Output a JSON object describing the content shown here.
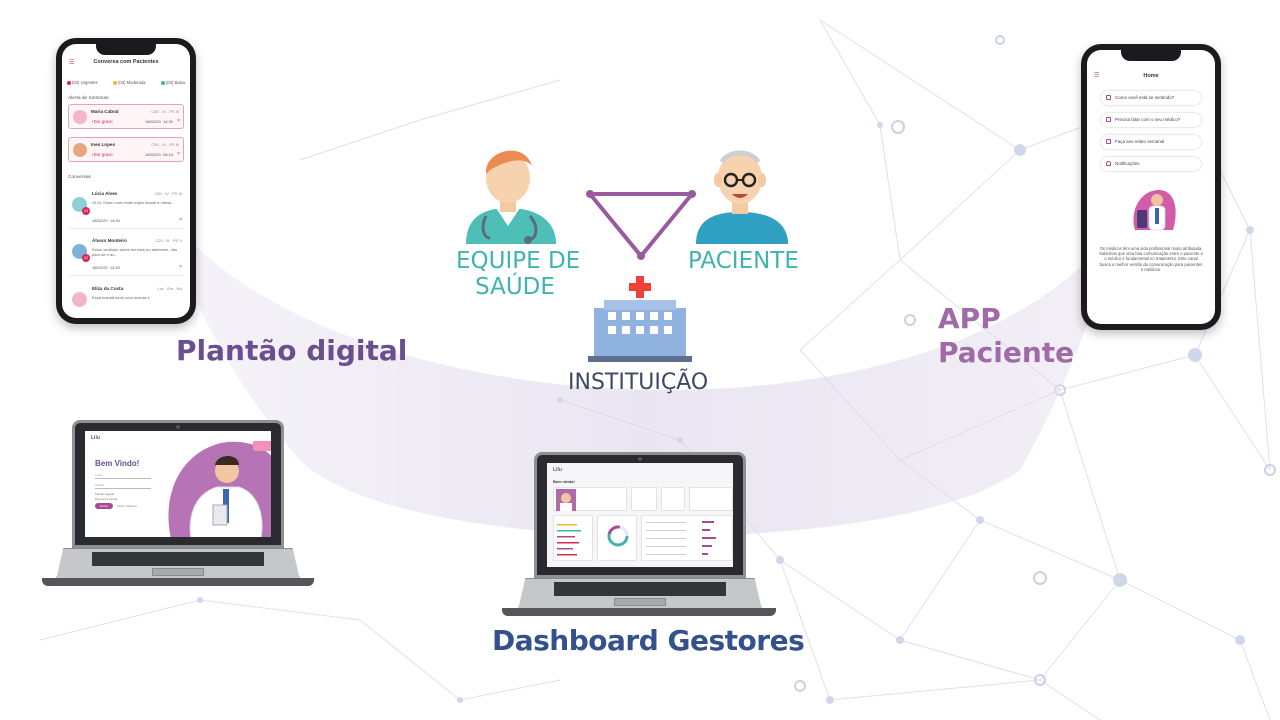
{
  "labels": {
    "plantao": "Plantão digital",
    "app_line1": "APP",
    "app_line2": "Paciente",
    "dashboard": "Dashboard Gestores",
    "equipe_line1": "EQUIPE DE",
    "equipe_line2": "SAÚDE",
    "paciente": "PACIENTE",
    "instituicao": "INSTITUIÇÃO"
  },
  "colors": {
    "plantao": "#6a4f8f",
    "app": "#a06aa6",
    "dashboard": "#34508d",
    "teal": "#3fb3ad",
    "accent": "#a84a93",
    "red_cross": "#ee4036"
  },
  "phone_left": {
    "title": "Conversa com Pacientes",
    "legend": [
      {
        "label": "(02) Urgentes",
        "color": "#d8265b"
      },
      {
        "label": "(03) Moderada",
        "color": "#f2b82b"
      },
      {
        "label": "(03) Baixa",
        "color": "#3fb3ad"
      }
    ],
    "alerts_title": "Alerta de Sintomas",
    "alerts": [
      {
        "name": "Maria Cabral",
        "code": "C50 . IV . PS III",
        "severity": "+Dor grave",
        "date": "18/02/20",
        "time": "14:30"
      },
      {
        "name": "Ines Lopes",
        "code": "C50 . IV . PS III",
        "severity": "+Dor grave",
        "date": "18/02/20",
        "time": "08:24"
      }
    ],
    "conversations_title": "Conversas",
    "conversations": [
      {
        "name": "Lúcia Alves",
        "code": "C50 . IV . PS III",
        "message": "Oi Dr. Estou com muito enjôo desde a ultima...",
        "date": "18/02/20",
        "time": "14:30",
        "badge": "14"
      },
      {
        "name": "Álvaro Monteiro",
        "code": "C20 . III . PS V",
        "message": "Estou sentindo dores terríveis no abdómen, não paro de ir ao...",
        "date": "18/02/20",
        "time": "14:30",
        "badge": "02"
      },
      {
        "name": "Eliza da Costa",
        "code": "Loc . Ext . NA",
        "message": "Essa manhã senti uma tontura e",
        "date": "",
        "time": "",
        "badge": ""
      }
    ]
  },
  "phone_right": {
    "title": "Home",
    "menu": [
      "Como você está se sentindo?",
      "Precisa falar com o seu médico?",
      "Faça seu relato semanal",
      "Notificações"
    ],
    "text": "Os médicos têm uma vida profissional muito atribulada. Sabemos que uma boa comunicação entre o paciente e o médico é fundamental no tratamento. Este canal busca a melhor versão da comunicação para pacientes e médicos."
  },
  "laptop_left": {
    "logo": "Lilu",
    "title": "Bem Vindo!",
    "field1": "Login",
    "field2": "Senha",
    "check1": "Manter logado",
    "check2": "Esqueci a senha",
    "button": "Entrar",
    "link": "Fazer cadastro"
  },
  "laptop_right": {
    "logo": "Lilu",
    "title": "Bem vindo!"
  }
}
